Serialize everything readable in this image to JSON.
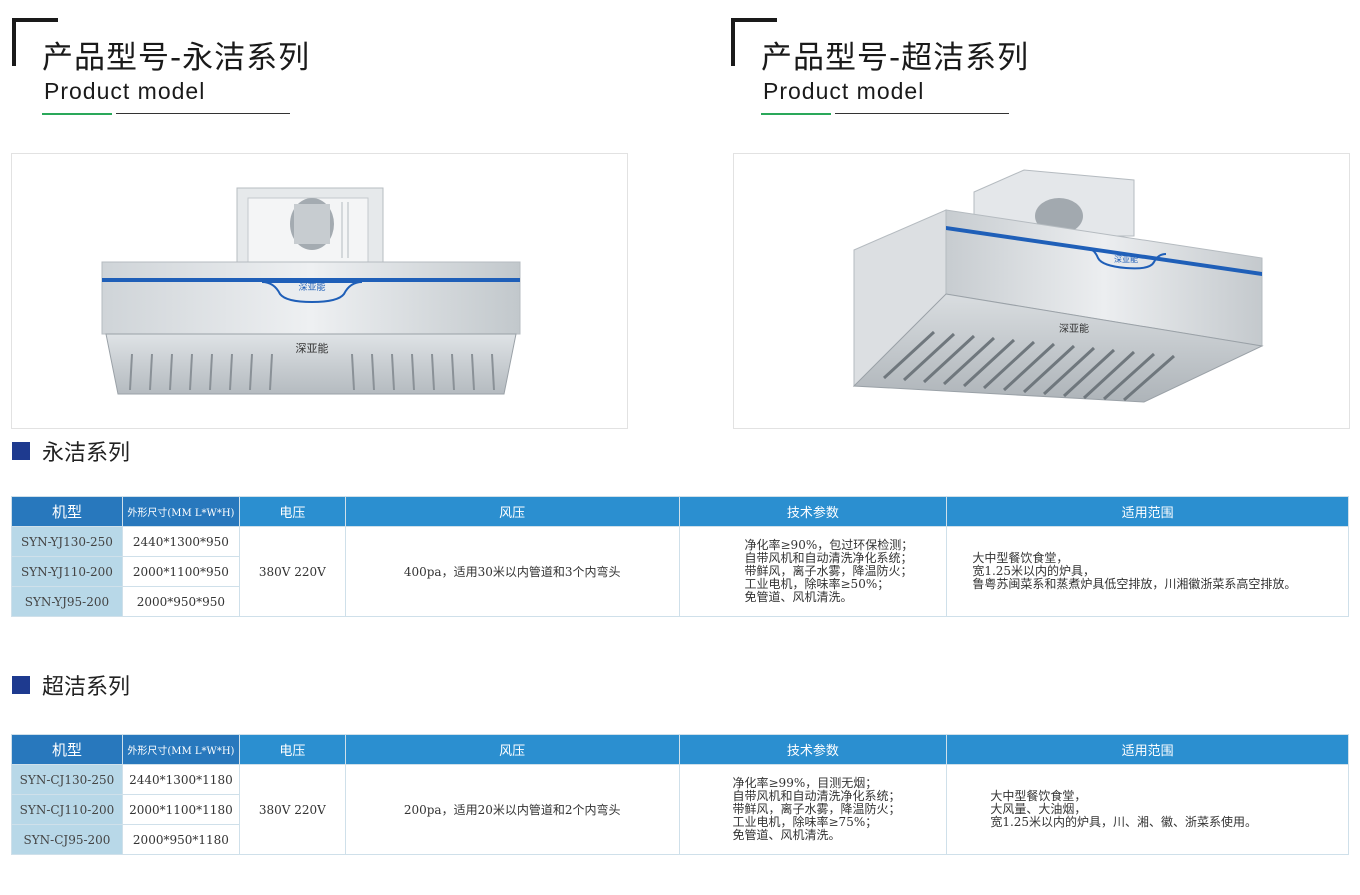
{
  "left_header": {
    "title": "产品型号-永洁系列",
    "subtitle": "Product model"
  },
  "right_header": {
    "title": "产品型号-超洁系列",
    "subtitle": "Product model"
  },
  "left_product": {
    "brand": "深亚能"
  },
  "right_product": {
    "brand": "深亚能"
  },
  "section1": {
    "label": "永洁系列",
    "headers": [
      "机型",
      "外形尺寸(MM L*W*H)",
      "电压",
      "风压",
      "技术参数",
      "适用范围"
    ],
    "rows": [
      {
        "model": "SYN-YJ130-250",
        "size": "2440*1300*950"
      },
      {
        "model": "SYN-YJ110-200",
        "size": "2000*1100*950"
      },
      {
        "model": "SYN-YJ95-200",
        "size": "2000*950*950"
      }
    ],
    "voltage": "380V 220V",
    "pressure": "400pa，适用30米以内管道和3个内弯头",
    "tech": "净化率≥90%，包过环保检测；\n自带风机和自动清洗净化系统；\n带鲜风，离子水雾，降温防火；\n工业电机，除味率≥50%；\n免管道、风机清洗。",
    "scope": "大中型餐饮食堂，\n宽1.25米以内的炉具，\n鲁粤苏闽菜系和蒸煮炉具低空排放，川湘徽浙菜系高空排放。"
  },
  "section2": {
    "label": "超洁系列",
    "headers": [
      "机型",
      "外形尺寸(MM L*W*H)",
      "电压",
      "风压",
      "技术参数",
      "适用范围"
    ],
    "rows": [
      {
        "model": "SYN-CJ130-250",
        "size": "2440*1300*1180"
      },
      {
        "model": "SYN-CJ110-200",
        "size": "2000*1100*1180"
      },
      {
        "model": "SYN-CJ95-200",
        "size": "2000*950*1180"
      }
    ],
    "voltage": "380V 220V",
    "pressure": "200pa，适用20米以内管道和2个内弯头",
    "tech": "净化率≥99%，目测无烟；\n自带风机和自动清洗净化系统；\n带鲜风，离子水雾，降温防火；\n工业电机，除味率≥75%；\n免管道、风机清洗。",
    "scope": "大中型餐饮食堂，\n大风量、大油烟，\n宽1.25米以内的炉具，川、湘、徽、浙菜系使用。"
  }
}
